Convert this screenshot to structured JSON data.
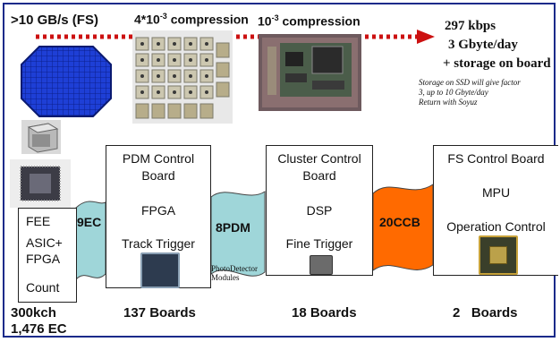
{
  "top": {
    "rate_fs": ">10 GB/s (FS)",
    "compression_1": "4*10",
    "compression_1_exp": "-3",
    "compression_1_suffix": " compression",
    "compression_2": "10",
    "compression_2_exp": "-3",
    "compression_2_suffix": " compression",
    "kbps": "297 kbps",
    "gbyte_day": "3 Gbyte/day",
    "storage": "+ storage on board",
    "note_line1": "Storage on SSD will give factor",
    "note_line2": "3, up to 10 Gbyte/day",
    "note_line3": "Return with Soyuz"
  },
  "boards": {
    "fee": {
      "line1": "FEE",
      "line2": "ASIC+",
      "line3": "FPGA",
      "line4": "Count"
    },
    "pdm": {
      "line1": "PDM Control",
      "line2": "Board",
      "line3": "FPGA",
      "line4": "Track Trigger"
    },
    "cluster": {
      "line1": "Cluster Control",
      "line2": "Board",
      "line3": "DSP",
      "line4": "Fine Trigger"
    },
    "fs": {
      "line1": "FS Control Board",
      "line2": "MPU",
      "line3": "Operation Control"
    }
  },
  "links": {
    "ec": "9EC",
    "pdm": "8PDM",
    "ccb": "20CCB",
    "photo_line1": "PhotoDetector",
    "photo_line2": "Modules"
  },
  "bottom": {
    "kch": "300kch",
    "ec_count": "1,476 EC",
    "pdm_boards": "137 Boards",
    "cluster_boards": "18 Boards",
    "fs_boards": "2   Boards"
  },
  "colors": {
    "arrow": "#cc1111",
    "link_blue": "#9fd6d9",
    "link_orange": "#ff6a00",
    "focal_blue": "#1e3fd6",
    "frame": "#1a2a8a"
  }
}
